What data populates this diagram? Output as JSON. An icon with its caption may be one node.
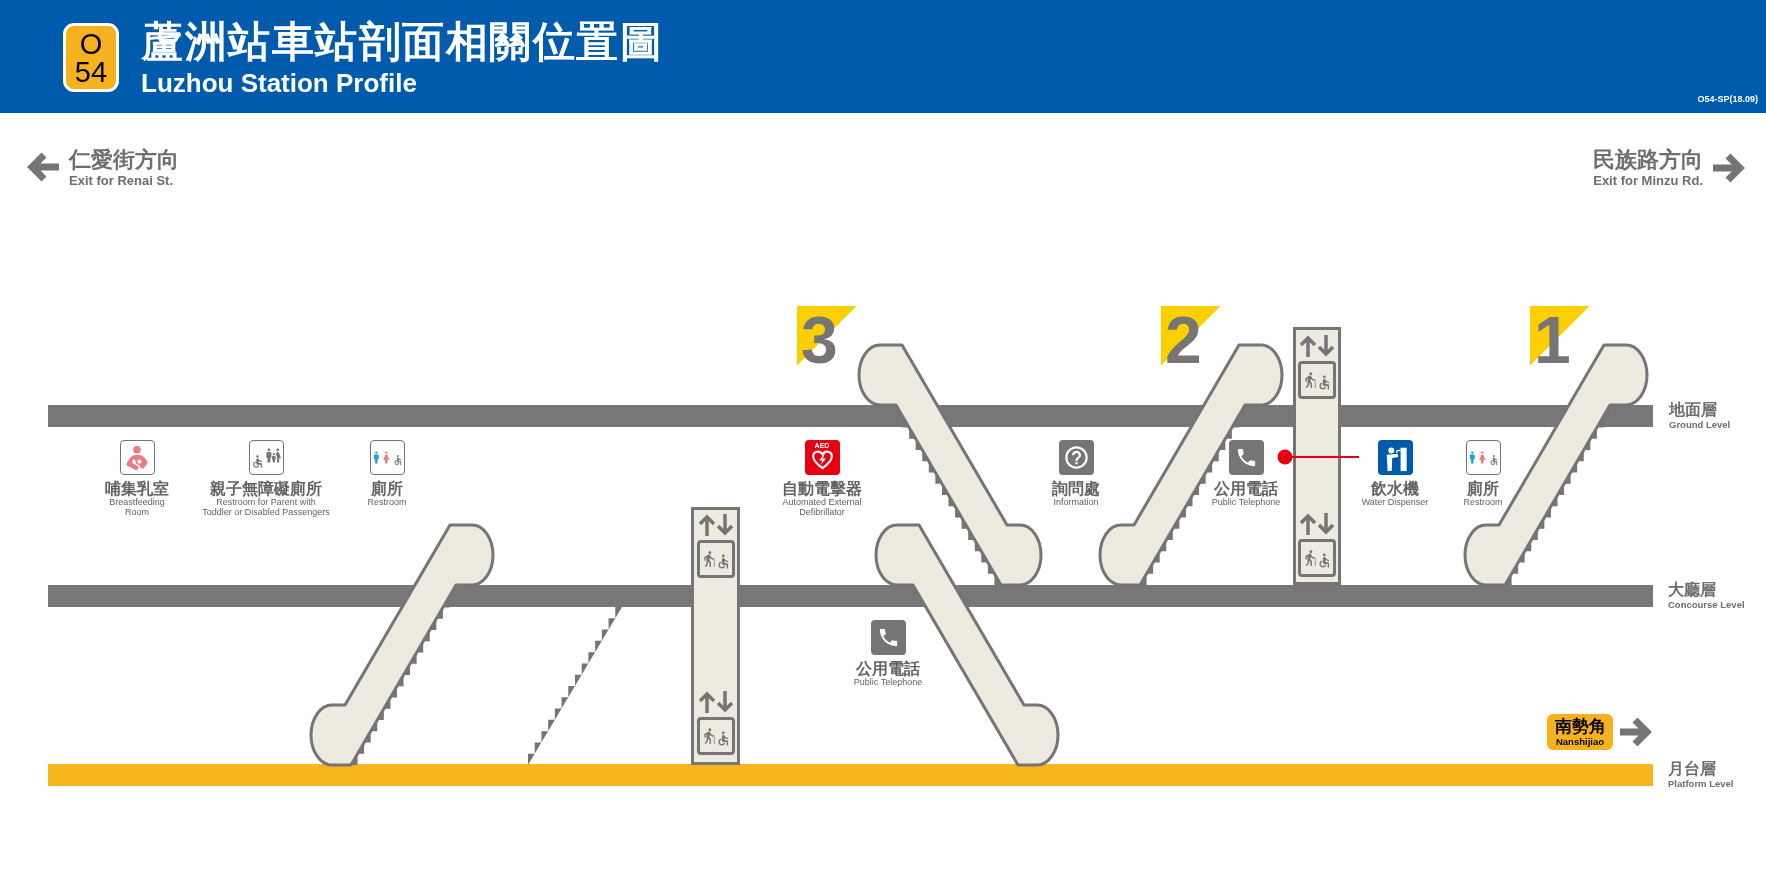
{
  "diagram": {
    "title": "蘆洲站車站剖面相關位置圖",
    "nodes": [
      {
        "text": [
          "O",
          "54"
        ]
      },
      {
        "text": [
          "3"
        ]
      },
      {
        "text": [
          "2"
        ]
      },
      {
        "text": [
          "1"
        ]
      },
      {
        "text": [],
        "shape": "escalator"
      },
      {
        "text": [],
        "shape": "escalator"
      },
      {
        "text": [],
        "shape": "escalator"
      },
      {
        "text": [],
        "shape": "bar",
        "beside": [
          "地面層",
          "Ground Level"
        ]
      },
      {
        "text": [
          "哺集乳室",
          "Breastfeeding Room"
        ]
      },
      {
        "text": [
          "親子無障礙廁所",
          "Restroom for Parent with Toddler or Disabled Passengers"
        ]
      },
      {
        "text": [
          "廁所",
          "Restroom"
        ]
      },
      {
        "text": [
          "AED",
          "自動電擊器",
          "Automated External Defibrillator"
        ]
      },
      {
        "text": [
          "詢問處",
          "Information"
        ]
      },
      {
        "text": [
          "公用電話",
          "Public Telephone"
        ]
      },
      {
        "text": [
          "飲水機",
          "Water Dispenser"
        ]
      },
      {
        "text": [
          "廁所",
          "Restroom"
        ]
      },
      {
        "text": [],
        "shape": "escalator"
      },
      {
        "text": [],
        "shape": "escalator"
      },
      {
        "text": [],
        "shape": "bar",
        "beside": [
          "大廳層",
          "Concourse Level"
        ]
      },
      {
        "text": [],
        "shape": "stairs"
      },
      {
        "text": [
          "公用電話",
          "Public Telephone"
        ]
      },
      {
        "text": [
          "南勢角",
          "Nanshijiao"
        ]
      },
      {
        "text": [],
        "shape": "bar",
        "beside": [
          "月台層",
          "Platform Level"
        ]
      }
    ],
    "edges": [
      {
        "from": 14,
        "to": 13,
        "arrow": "other",
        "color": "#e60012"
      }
    ],
    "labels": [
      "Luzhou Station Profile",
      "O54-SP(18.09)",
      "仁愛街方向",
      "Exit for Renai St.",
      "民族路方向",
      "Exit for Minzu Rd."
    ]
  }
}
